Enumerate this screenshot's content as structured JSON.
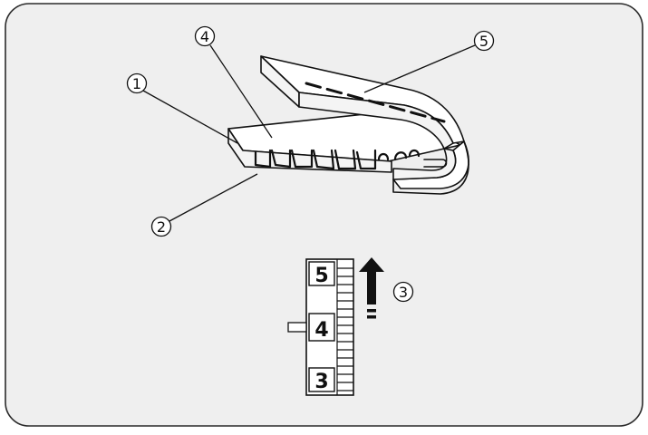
{
  "colors": {
    "panel_bg": "#efefef",
    "panel_border": "#2a2a2a",
    "fabric_top": "#ffffff",
    "fabric_edge": "#f4f4f4",
    "line": "#111111"
  },
  "callouts": [
    {
      "id": "1",
      "label": "1"
    },
    {
      "id": "2",
      "label": "2"
    },
    {
      "id": "3",
      "label": "3"
    },
    {
      "id": "4",
      "label": "4"
    },
    {
      "id": "5",
      "label": "5"
    }
  ],
  "dial": {
    "numbers": [
      "5",
      "4",
      "3"
    ],
    "adjust_direction": "up-arrow-icon"
  }
}
